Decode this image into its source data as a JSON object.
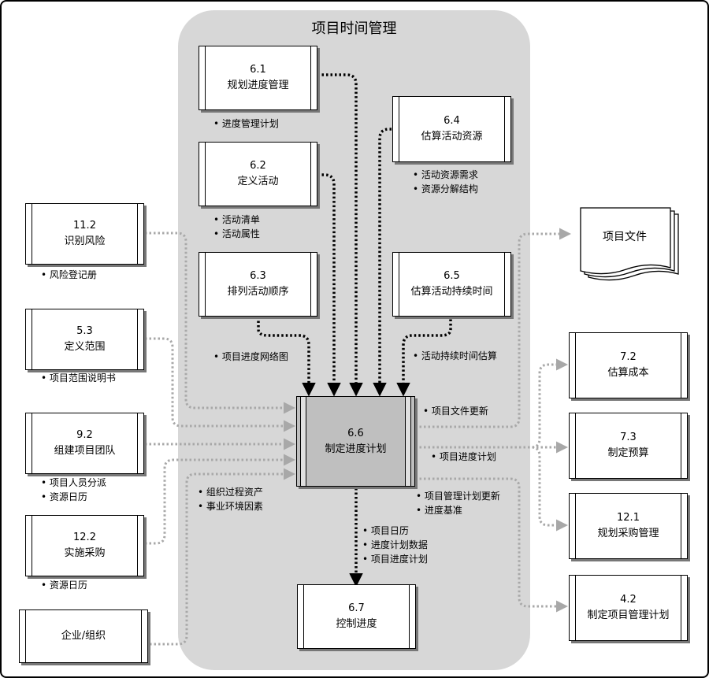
{
  "title": "项目时间管理",
  "processes": {
    "p6_1": {
      "id": "6.1",
      "name": "规划进度管理"
    },
    "p6_2": {
      "id": "6.2",
      "name": "定义活动"
    },
    "p6_3": {
      "id": "6.3",
      "name": "排列活动顺序"
    },
    "p6_4": {
      "id": "6.4",
      "name": "估算活动资源"
    },
    "p6_5": {
      "id": "6.5",
      "name": "估算活动持续时间"
    },
    "p6_6": {
      "id": "6.6",
      "name": "制定进度计划"
    },
    "p6_7": {
      "id": "6.7",
      "name": "控制进度"
    },
    "p11_2": {
      "id": "11.2",
      "name": "识别风险"
    },
    "p5_3": {
      "id": "5.3",
      "name": "定义范围"
    },
    "p9_2": {
      "id": "9.2",
      "name": "组建项目团队"
    },
    "p12_2": {
      "id": "12.2",
      "name": "实施采购"
    },
    "org": {
      "id": "",
      "name": "企业/组织"
    },
    "p7_2": {
      "id": "7.2",
      "name": "估算成本"
    },
    "p7_3": {
      "id": "7.3",
      "name": "制定预算"
    },
    "p12_1": {
      "id": "12.1",
      "name": "规划采购管理"
    },
    "p4_2": {
      "id": "4.2",
      "name": "制定项目管理计划"
    }
  },
  "documents": {
    "project_docs": "项目文件"
  },
  "outputs": {
    "o6_1": [
      "进度管理计划"
    ],
    "o6_2": [
      "活动清单",
      "活动属性"
    ],
    "o6_3": [
      "项目进度网络图"
    ],
    "o6_4": [
      "活动资源需求",
      "资源分解结构"
    ],
    "o6_5": [
      "活动持续时间估算"
    ],
    "o11_2": [
      "风险登记册"
    ],
    "o5_3": [
      "项目范围说明书"
    ],
    "o9_2": [
      "项目人员分派",
      "资源日历"
    ],
    "o12_2": [
      "资源日历"
    ],
    "org_out": [
      "组织过程资产",
      "事业环境因素"
    ],
    "out_docs_update": [
      "项目文件更新"
    ],
    "out_schedule": [
      "项目进度计划"
    ],
    "out_plan_update": [
      "项目管理计划更新",
      "进度基准"
    ],
    "out_to_6_7": [
      "项目日历",
      "进度计划数据",
      "项目进度计划"
    ]
  }
}
